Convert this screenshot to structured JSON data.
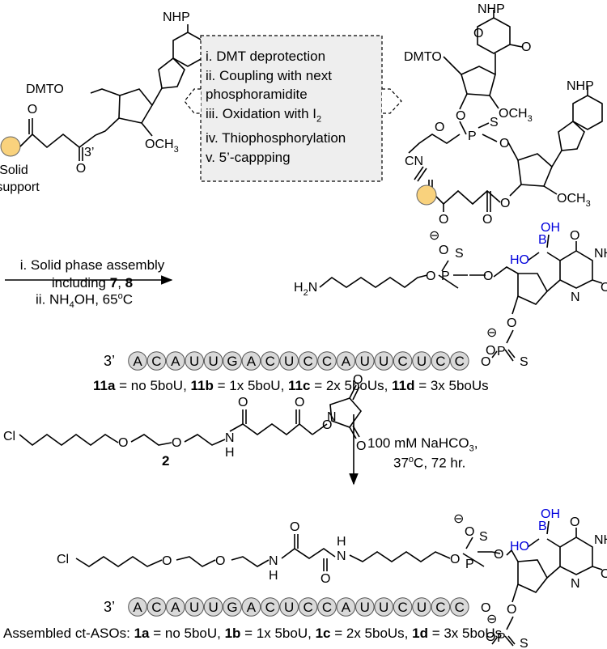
{
  "start": {
    "protecting_group_5prime": "DMTO",
    "base_label": "NHP",
    "methoxy": "OCH",
    "methoxy_sub": "3",
    "position_label": "3’",
    "support_line1": "Solid",
    "support_line2": "support"
  },
  "cycle_steps": [
    "i.  DMT deprotection",
    "ii. Coupling with next",
    "phosphoramidite",
    "iii. Oxidation with I",
    "iv. Thiophosphorylation",
    "v. 5’-cappping"
  ],
  "cycle_step3_sub": "2",
  "dimer": {
    "protecting_group_5prime": "DMTO",
    "base1_label": "NHP",
    "base2_label": "NHP",
    "methoxy": "OCH",
    "methoxy_sub": "3",
    "P": "P",
    "S": "S",
    "O": "O",
    "CN": "CN"
  },
  "assembly": {
    "line1": "i. Solid phase assembly",
    "line2_prefix": "including ",
    "line2_bold": "7",
    "line2_sep": ", ",
    "line2_bold2": "8",
    "line3_prefix": "ii. NH",
    "line3_sub": "4",
    "line3_mid": "OH, 65",
    "line3_sup": "o",
    "line3_suffix": "C"
  },
  "boronic": {
    "B": "B",
    "OH_top": "OH",
    "OH_left": "HO",
    "NH": "NH",
    "O": "O",
    "N": "N"
  },
  "amine_label": "H",
  "amine_sub": "2",
  "amine_N": "N",
  "phosphate": {
    "O": "O",
    "P": "P",
    "S": "S",
    "minus": "⊖"
  },
  "sequence": {
    "prime": "3’",
    "nucleotides": [
      "A",
      "C",
      "A",
      "U",
      "U",
      "G",
      "A",
      "C",
      "U",
      "C",
      "C",
      "A",
      "U",
      "U",
      "C",
      "U",
      "C",
      "C"
    ]
  },
  "compounds_11": {
    "a_id": "11a",
    "a_text": " = no 5boU, ",
    "b_id": "11b",
    "b_text": " = 1x 5boU, ",
    "c_id": "11c",
    "c_text": " = 2x 5boUs, ",
    "d_id": "11d",
    "d_text": " = 3x 5boUs"
  },
  "reagent_2": {
    "Cl": "Cl",
    "label": "2",
    "N": "N",
    "H": "H",
    "O": "O"
  },
  "conditions": {
    "line1_prefix": "100 mM NaHCO",
    "line1_sub": "3",
    "line1_suffix": ",",
    "line2_prefix": "37",
    "line2_sup": "o",
    "line2_suffix": "C, 72 hr."
  },
  "final": {
    "Cl": "Cl",
    "N": "N",
    "H": "H",
    "O": "O"
  },
  "products": {
    "prefix": "Assembled ct-ASOs: ",
    "a_id": "1a",
    "a_text": " = no 5boU, ",
    "b_id": "1b",
    "b_text": " = 1x 5boU, ",
    "c_id": "1c",
    "c_text": " = 2x 5boUs, ",
    "d_id": "1d",
    "d_text": " = 3x 5boUs"
  },
  "colors": {
    "boron": "#0000dd",
    "support": "#f9d27d",
    "nucleotide_fill": "#d9d9d9",
    "box_fill": "#eeeeee"
  }
}
